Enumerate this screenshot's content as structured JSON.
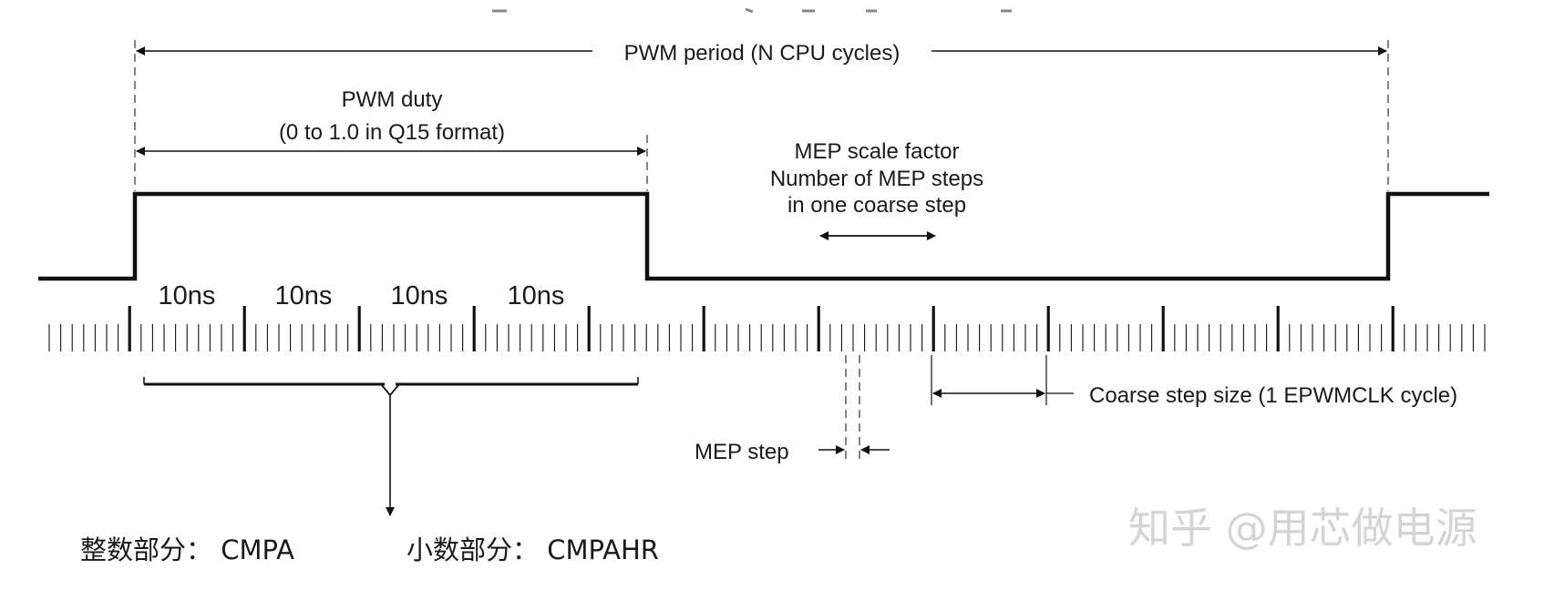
{
  "labels": {
    "pwm_period": "PWM period (N CPU cycles)",
    "pwm_duty_line1": "PWM duty",
    "pwm_duty_line2": "(0 to 1.0 in Q15 format)",
    "mep_scale_line1": "MEP scale factor",
    "mep_scale_line2": "Number of MEP steps",
    "mep_scale_line3": "in one coarse step",
    "coarse_step": "Coarse step size (1 EPWMCLK cycle)",
    "mep_step": "MEP step",
    "step_labels": [
      "10ns",
      "10ns",
      "10ns",
      "10ns"
    ],
    "integer_part": "整数部分：  CMPA",
    "fraction_part": "小数部分：  CMPAHR"
  },
  "watermark": "知乎 @用芯做电源",
  "colors": {
    "line": "#111111",
    "watermark": "#d4d4d4"
  }
}
